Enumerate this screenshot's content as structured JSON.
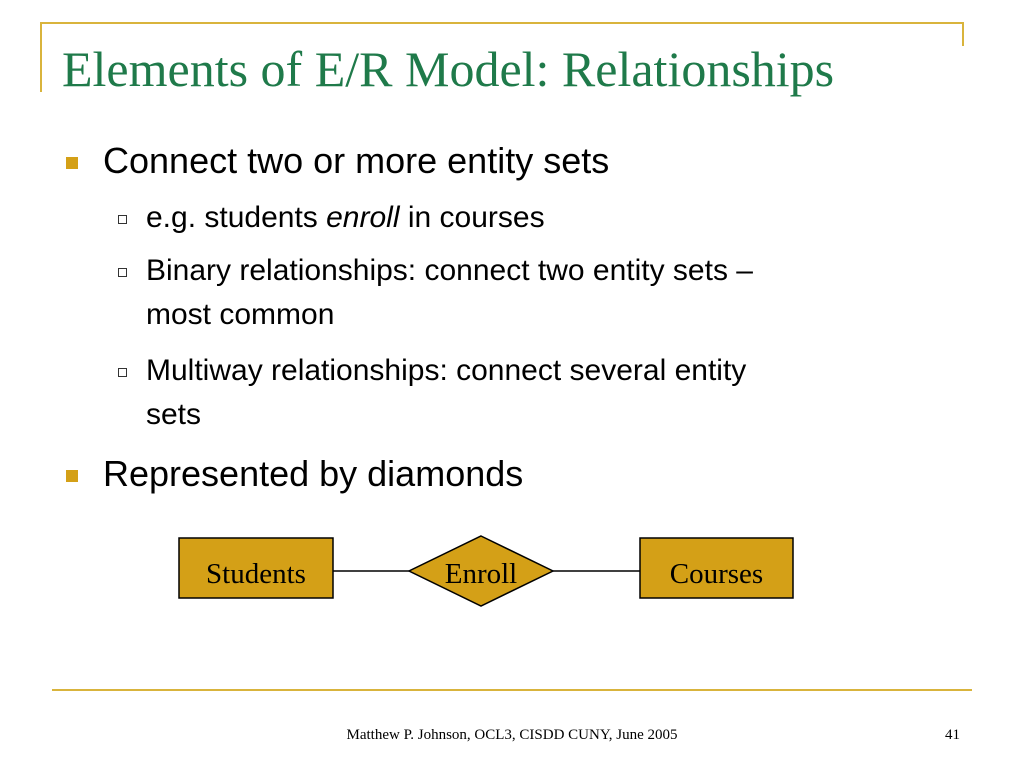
{
  "slide": {
    "title": "Elements of E/R Model: Relationships",
    "bullets": [
      {
        "text": "Connect two or more entity sets"
      },
      {
        "text": "Represented by diamonds"
      }
    ],
    "sub_bullets": [
      {
        "prefix": "e.g. students ",
        "emph": "enroll",
        "suffix": " in courses"
      },
      {
        "line1": "Binary relationships: connect two entity sets –",
        "line2": "most common"
      },
      {
        "line1": "Multiway relationships: connect several entity",
        "line2": "sets"
      }
    ]
  },
  "diagram": {
    "entity_left": "Students",
    "relationship": "Enroll",
    "entity_right": "Courses",
    "fill_color": "#d4a017"
  },
  "footer": {
    "credit": "Matthew P. Johnson, OCL3, CISDD CUNY, June 2005",
    "page_number": "41"
  },
  "colors": {
    "accent": "#d9b43c",
    "title": "#1f7a4a",
    "bullet": "#d4a017"
  }
}
